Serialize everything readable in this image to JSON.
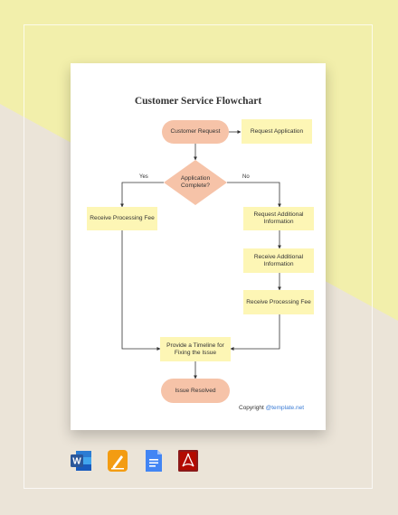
{
  "flowchart": {
    "title": "Customer Service Flowchart",
    "nodes": {
      "customer_request": "Customer Request",
      "request_application": "Request Application",
      "application_complete": "Application Complete?",
      "receive_fee_left": "Receive Processing Fee",
      "request_info": "Request Additional Information",
      "receive_info": "Receive Additional Information",
      "receive_fee_right": "Receive Processing Fee",
      "timeline": "Provide a Timeline for Fixing the Issue",
      "issue_resolved": "Issue Resolved"
    },
    "labels": {
      "yes": "Yes",
      "no": "No"
    }
  },
  "footer": {
    "copyright_text": "Copyright ",
    "copyright_link": "@template.net"
  },
  "colors": {
    "bg_yellow": "#f2efab",
    "bg_beige": "#ebe4d8",
    "node_fill": "#fdf6b5",
    "terminal_fill": "#f6c3a8"
  },
  "formats": [
    {
      "name": "word-icon",
      "color": "#2b579a",
      "letter": "W"
    },
    {
      "name": "pages-icon",
      "color": "#f39c12",
      "letter": ""
    },
    {
      "name": "google-docs-icon",
      "color": "#4285f4",
      "letter": ""
    },
    {
      "name": "pdf-icon",
      "color": "#8b1a1a",
      "letter": ""
    }
  ]
}
